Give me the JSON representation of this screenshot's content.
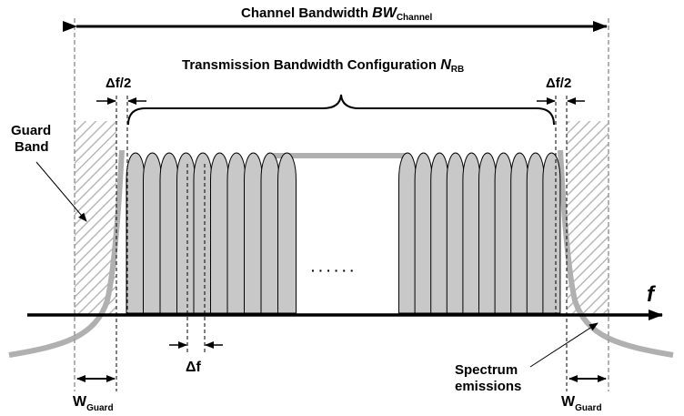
{
  "channel_bw": {
    "main": "Channel Bandwidth ",
    "italic": "BW",
    "sub": "Channel"
  },
  "tx_bw": {
    "main": "Transmission Bandwidth Configuration ",
    "italic": "N",
    "sub": "RB"
  },
  "delta_f_half_left": "Δf/2",
  "delta_f_half_right": "Δf/2",
  "delta_f": "Δf",
  "guard_band": {
    "line1": "Guard",
    "line2": "Band"
  },
  "spectrum_emissions": {
    "line1": "Spectrum",
    "line2": "emissions"
  },
  "w_guard_left": {
    "main": "W",
    "sub": "Guard"
  },
  "w_guard_right": {
    "main": "W",
    "sub": "Guard"
  },
  "freq_axis_label": "f",
  "ellipsis": "· · · · · ·",
  "subcarriers": {
    "left_group_count": 10,
    "right_group_count": 10
  },
  "colors": {
    "subcarrier_fill": "#c8c8c8",
    "emission_gray": "#b0b0b0",
    "hatch": "#b8b8b8",
    "dashed_line": "#999999"
  }
}
